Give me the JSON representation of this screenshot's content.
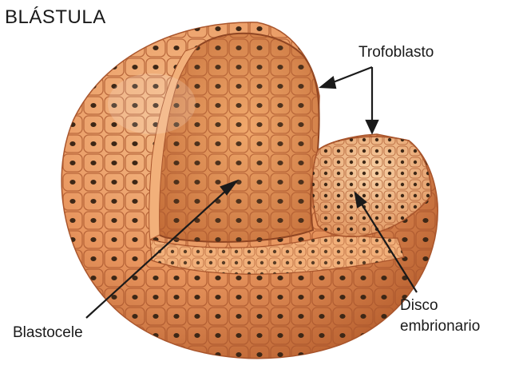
{
  "diagram": {
    "title": "BLÁSTULA",
    "labels": {
      "trophoblast": "Trofoblasto",
      "blastocoel": "Blastocele",
      "embryonic_disc_line1": "Disco",
      "embryonic_disc_line2": "embrionario"
    },
    "colors": {
      "cell_fill": "#e8955e",
      "cell_light": "#f6c08c",
      "cell_border": "#a9552c",
      "nucleus": "#3d2716",
      "inner_wall": "#dc8448",
      "background": "#ffffff",
      "arrow": "#1a1a1a"
    }
  }
}
